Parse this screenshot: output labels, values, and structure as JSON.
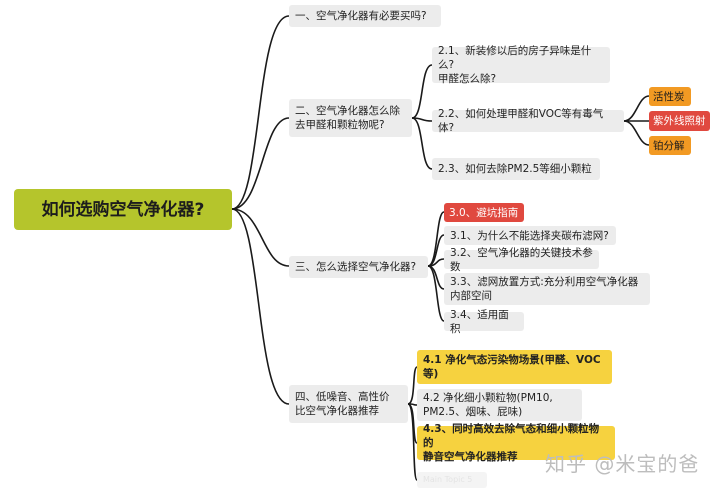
{
  "root": "如何选购空气净化器?",
  "branch1": {
    "label": "一、空气净化器有必要买吗?"
  },
  "branch2": {
    "label": "二、空气净化器怎么除\n去甲醛和颗粒物呢?",
    "sub": [
      "2.1、新装修以后的房子异味是什么?\n甲醛怎么除?",
      "2.2、如何处理甲醛和VOC等有毒气体?",
      "2.3、如何去除PM2.5等细小颗粒"
    ],
    "methods": [
      "活性炭",
      "紫外线照射",
      "铂分解"
    ]
  },
  "branch3": {
    "label": "三、怎么选择空气净化器?",
    "sub": [
      "3.0、避坑指南",
      "3.1、为什么不能选择夹碳布滤网?",
      "3.2、空气净化器的关键技术参数",
      "3.3、滤网放置方式:充分利用空气净化器\n内部空间",
      "3.4、适用面积"
    ]
  },
  "branch4": {
    "label": "四、低噪音、高性价\n比空气净化器推荐",
    "sub": [
      "4.1 净化气态污染物场景(甲醛、VOC\n等)",
      "4.2 净化细小颗粒物(PM10,\nPM2.5、烟味、屁味)",
      "4.3、同时高效去除气态和细小颗粒物的\n静音空气净化器推荐",
      "Main Topic 5"
    ]
  },
  "watermark": "知乎 @米宝的爸",
  "colors": {
    "root": "#b5c52c",
    "highlight_yellow": "#f6d23f",
    "highlight_red": "#e0493f",
    "highlight_orange": "#f29a23",
    "node_gray": "#ececec",
    "line": "#1a1a1a"
  }
}
